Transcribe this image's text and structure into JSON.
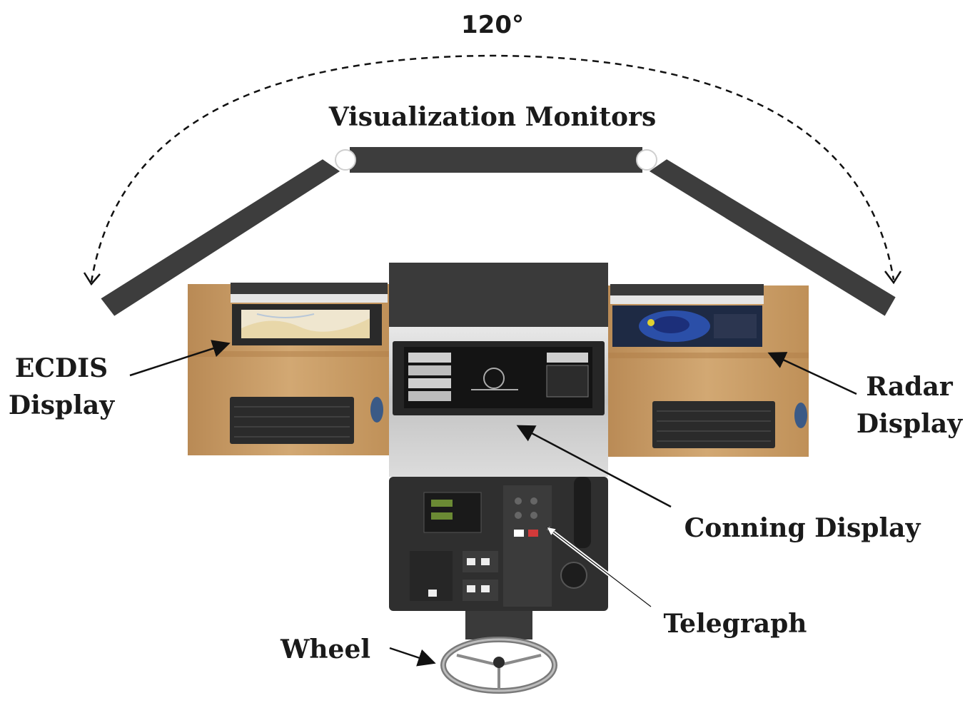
{
  "angle_label": "120°",
  "labels": {
    "monitors": "Visualization Monitors",
    "ecdis": [
      "ECDIS",
      "Display"
    ],
    "radar": [
      "Radar",
      "Display"
    ],
    "conning": "Conning Display",
    "telegraph": "Telegraph",
    "wheel": "Wheel"
  },
  "colors": {
    "monitor": "#3d3d3d",
    "wood": "#c9a06b",
    "console_dark": "#2f2f2f",
    "console_silver": "#cfcfcf",
    "arrow": "#111111"
  }
}
